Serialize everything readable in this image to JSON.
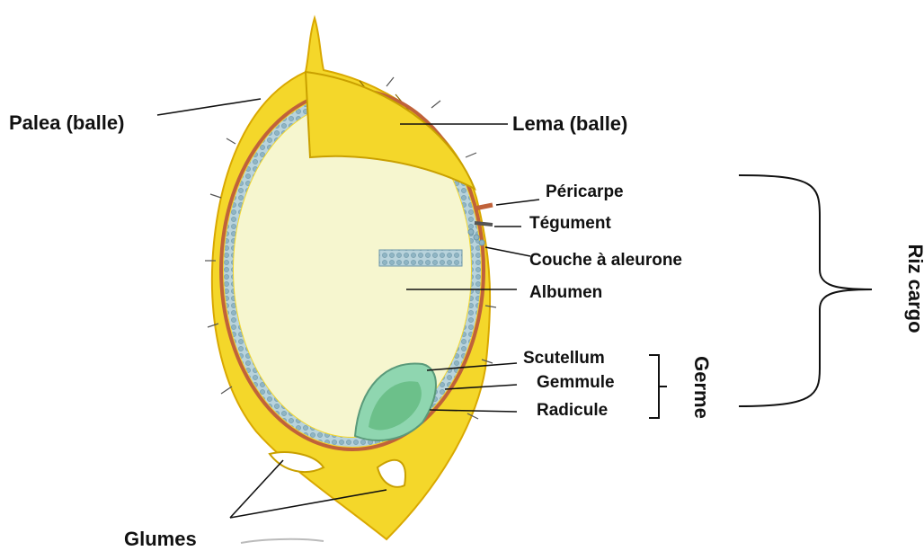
{
  "labels": {
    "palea": "Palea (balle)",
    "lema": "Lema (balle)",
    "pericarpe": "Péricarpe",
    "tegument": "Tégument",
    "aleurone": "Couche à aleurone",
    "albumen": "Albumen",
    "scutellum": "Scutellum",
    "gemmule": "Gemmule",
    "radicule": "Radicule",
    "glumes": "Glumes"
  },
  "groups": {
    "germe": "Germe",
    "riz_cargo": "Riz cargo"
  },
  "colors": {
    "husk": "#f4d72a",
    "husk_edge": "#d9a800",
    "albumen": "#f6f6cf",
    "aleurone": "#9fc3cf",
    "pericarp": "#c0623a",
    "germ": "#8fd6b0",
    "line": "#111111"
  }
}
